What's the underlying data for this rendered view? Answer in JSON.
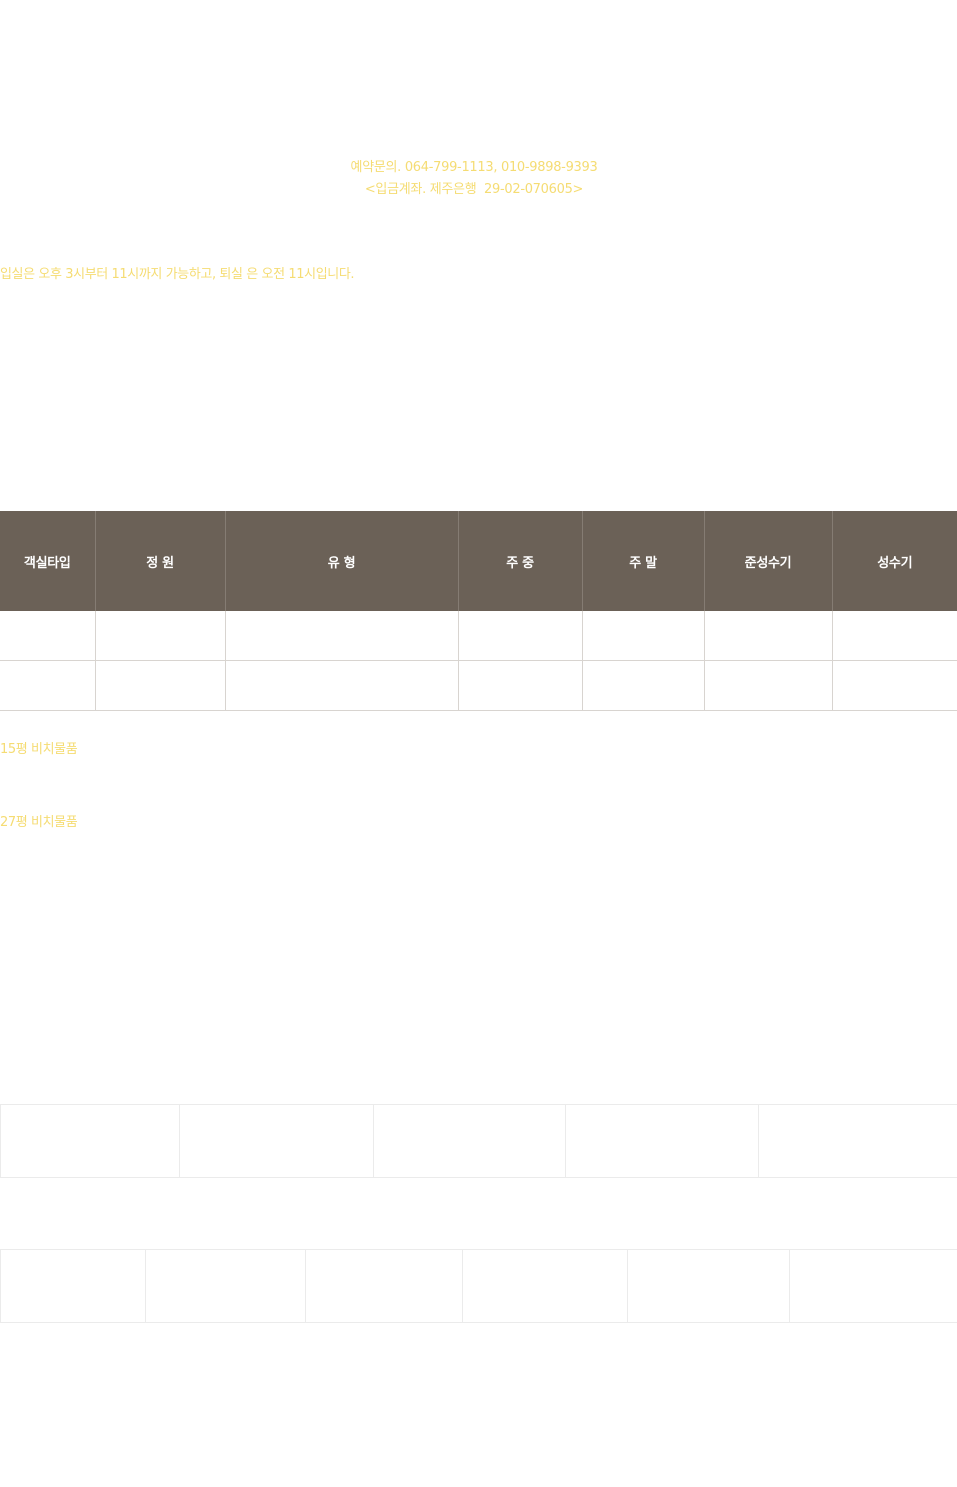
{
  "contact": {
    "phone_line": "예약문의. 064-799-1113, 010-9898-9393",
    "account_line": "<입금계좌. 제주은행  29-02-070605>"
  },
  "checkin_notice": "입실은 오후 3시부터 11시까지 가능하고, 퇴실 은 오전 11시입니다.",
  "rate_table": {
    "headers": [
      "객실타입",
      "정 원",
      "유 형",
      "주 중",
      "주 말",
      "준성수기",
      "성수기"
    ],
    "rows": [
      [
        "",
        "",
        "",
        "",
        "",
        "",
        ""
      ],
      [
        "",
        "",
        "",
        "",
        "",
        "",
        ""
      ]
    ]
  },
  "amenities": {
    "label_15": "15평 비치물품",
    "label_27": "27평 비치물품",
    "items_15": [
      "",
      "",
      "",
      "",
      ""
    ],
    "items_27": [
      "",
      "",
      "",
      "",
      "",
      ""
    ]
  },
  "colors": {
    "accent_text": "#f5dc73",
    "table_header_bg": "#6b6157",
    "table_header_text": "#ffffff",
    "table_border": "#d8d4d0"
  }
}
